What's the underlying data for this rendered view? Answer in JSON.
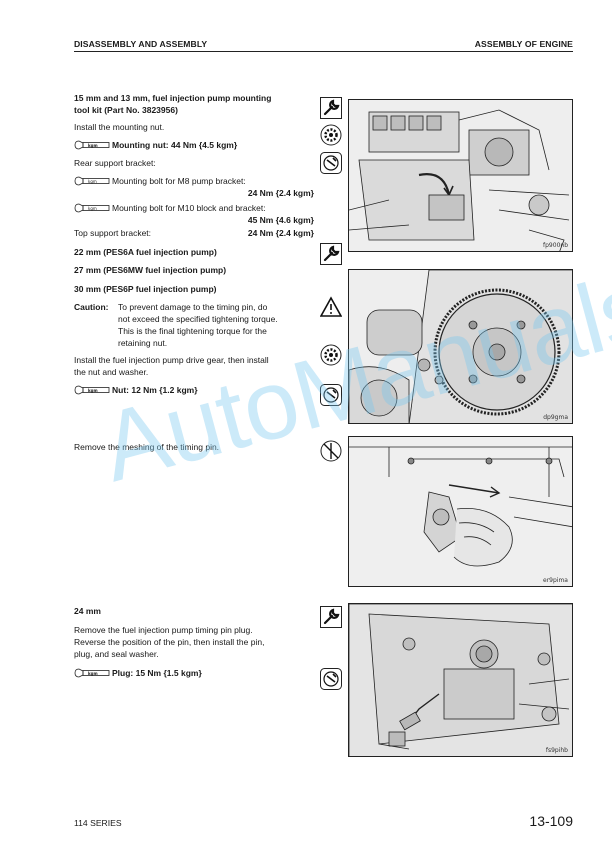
{
  "header": {
    "left": "DISASSEMBLY AND ASSEMBLY",
    "right": "ASSEMBLY OF ENGINE"
  },
  "section1": {
    "title_line1": "15 mm and 13 mm, fuel injection pump mounting",
    "title_line2": "tool kit (Part No. 3823956)",
    "install_nut": "Install the mounting nut.",
    "torque_badge": "kgm",
    "mounting_nut": "Mounting nut: 44 Nm {4.5 kgm}",
    "rear_bracket": "Rear support bracket:",
    "m8_label": "Mounting bolt for M8 pump bracket:",
    "m8_value": "24 Nm {2.4 kgm}",
    "m10_label": "Mounting bolt for M10 block and bracket:",
    "m10_value": "45 Nm {4.6 kgm}",
    "top_bracket_label": "Top support bracket:",
    "top_bracket_value": "24 Nm {2.4 kgm}",
    "photo_caption": "fp900nb"
  },
  "section2": {
    "line1": "22 mm (PES6A fuel injection pump)",
    "line2": "27 mm (PES6MW fuel injection pump)",
    "line3": "30 mm (PES6P fuel injection pump)",
    "caution_label": "Caution:",
    "caution_l1": "To prevent damage to the timing pin, do",
    "caution_l2": "not exceed the specified tightening torque.",
    "caution_l3": "This is the final tightening torque for the",
    "caution_l4": "retaining nut.",
    "install_gear_l1": "Install the fuel injection pump drive gear, then install",
    "install_gear_l2": "the nut and washer.",
    "nut_torque": "Nut: 12 Nm {1.2 kgm}",
    "photo_caption": "dp9gma"
  },
  "section3": {
    "text": "Remove the meshing of the timing pin.",
    "photo_caption": "er9pima"
  },
  "section4": {
    "title": "24 mm",
    "text_l1": "Remove the fuel injection pump timing pin plug.",
    "text_l2": "Reverse the position of the pin, then install the pin,",
    "text_l3": "plug, and seal washer.",
    "plug_torque": "Plug: 15 Nm {1.5 kgm}",
    "photo_caption": "fs9pihb"
  },
  "watermark": "AutoManuals",
  "footer": {
    "series": "114 SERIES",
    "page": "13-109"
  },
  "icons": {
    "tool": "wrench-tool-icon",
    "torque": "torque-wrench-icon",
    "gear": "gear-icon",
    "oil": "oil-can-icon",
    "warning": "warning-triangle-icon",
    "pin": "timing-pin-icon"
  }
}
